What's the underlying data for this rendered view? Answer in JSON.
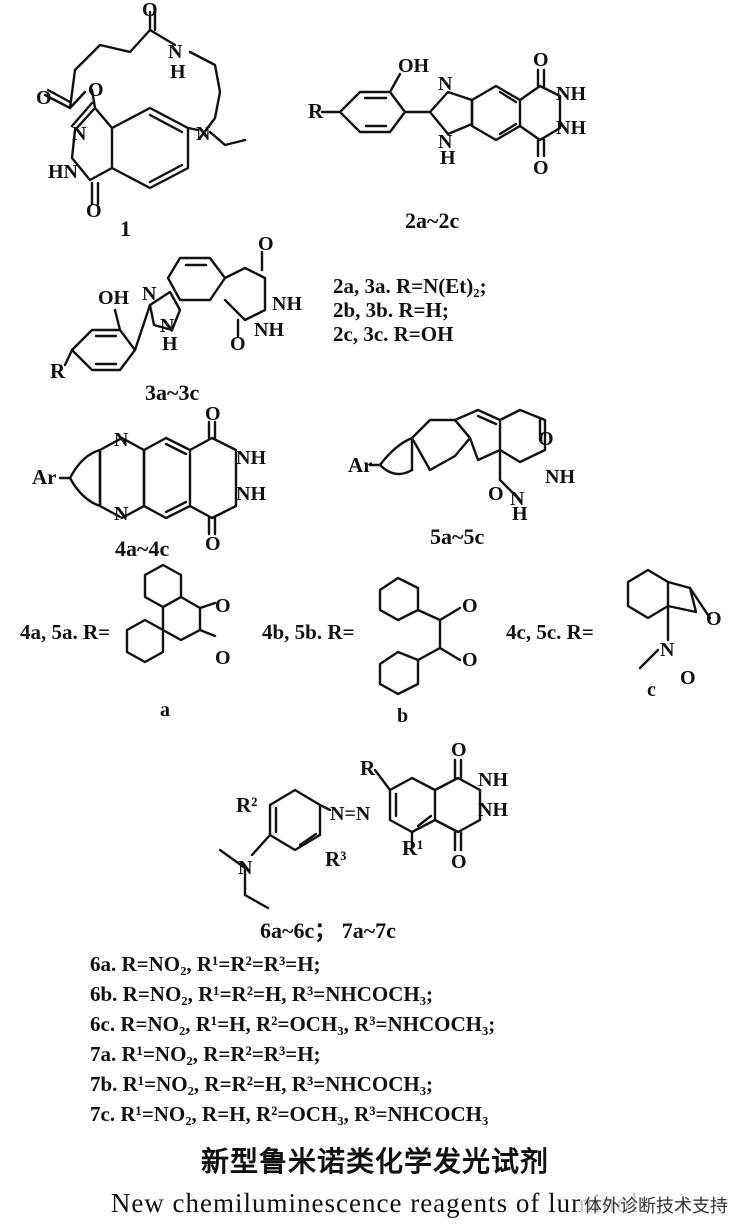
{
  "compounds": {
    "c1": "1",
    "c2": "2a~2c",
    "c3": "3a~3c",
    "c4": "4a~4c",
    "c5": "5a~5c",
    "c67": "6a~6c； 7a~7c"
  },
  "r_defs_23": [
    "2a, 3a. R=N(Et)₂;",
    "2b, 3b. R=H;",
    "2c, 3c. R=OH"
  ],
  "ar_defs": {
    "a": "4a, 5a. R=",
    "b": "4b, 5b. R=",
    "c": "4c, 5c. R=",
    "sub_a": "a",
    "sub_b": "b",
    "sub_c": "c"
  },
  "r_defs_67": [
    "6a. R=NO₂, R¹=R²=R³=H;",
    "6b. R=NO₂, R¹=R²=H,  R³=NHCOCH₃;",
    "6c. R=NO₂, R¹=H,  R²=OCH₃,  R³=NHCOCH₃;",
    "7a. R¹=NO₂, R=R²=R³=H;",
    "7b. R¹=NO₂, R=R²=H,  R³=NHCOCH₃;",
    "7c. R¹=NO₂, R=H,  R²=OCH₃,  R³=NHCOCH₃"
  ],
  "caption_cn": "新型鲁米诺类化学发光试剂",
  "caption_en": "New chemiluminescence reagents of luminol",
  "watermark": "体外诊断技术支持",
  "atoms": {
    "O": "O",
    "N": "N",
    "H": "H",
    "NH": "NH",
    "HN": "HN",
    "OH": "OH",
    "R": "R",
    "Ar": "Ar",
    "R1": "R¹",
    "R2": "R²",
    "R3": "R³",
    "NeqN": "N=N"
  }
}
